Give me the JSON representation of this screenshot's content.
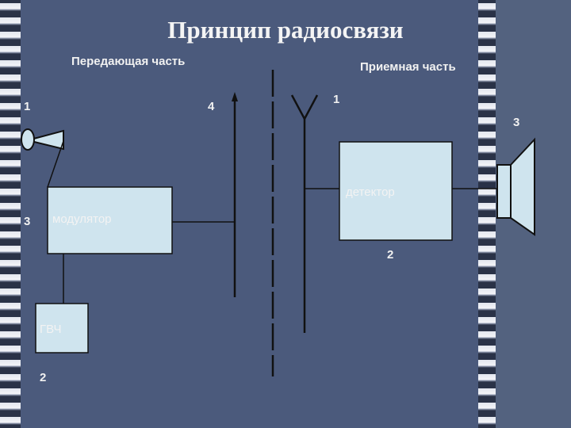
{
  "slide": {
    "title": "Принцип радиосвязи",
    "transmitter_heading": "Передающая часть",
    "receiver_heading": "Приемная часть"
  },
  "transmitter": {
    "microphone_number": "1",
    "antenna_number": "4",
    "modulator_number": "3",
    "modulator_label": "модулятор",
    "generator_label": "ГВЧ",
    "generator_number": "2"
  },
  "receiver": {
    "antenna_number": "1",
    "detector_label": "детектор",
    "detector_number": "2",
    "speaker_number": "3"
  },
  "colors": {
    "background": "#4b5a7c",
    "box_fill": "#cfe4ee",
    "line": "#111111"
  }
}
